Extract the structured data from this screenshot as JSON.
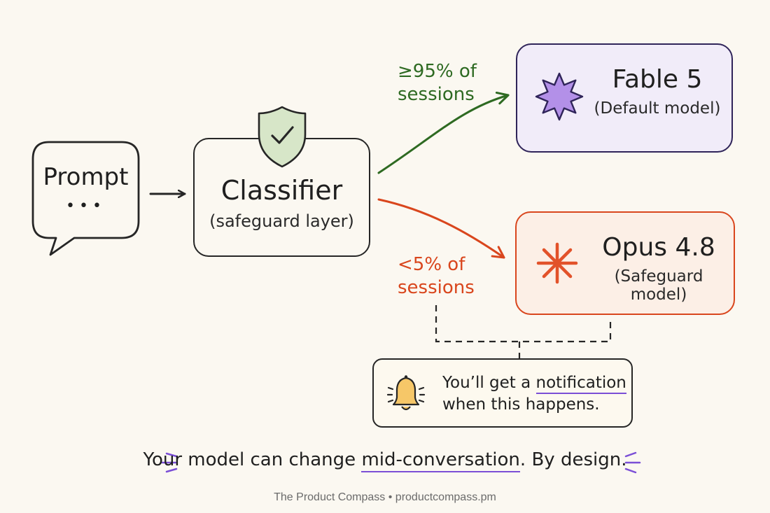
{
  "prompt": {
    "label": "Prompt",
    "dots": "•••"
  },
  "classifier": {
    "title": "Classifier",
    "subtitle": "(safeguard layer)"
  },
  "routes": {
    "default_share": "≥95% of sessions",
    "default_share_lines": [
      "≥95% of",
      "sessions"
    ],
    "safeguard_share": "<5% of sessions",
    "safeguard_share_lines": [
      "<5% of",
      "sessions"
    ]
  },
  "models": {
    "default": {
      "name": "Fable 5",
      "role": "(Default model)"
    },
    "safeguard": {
      "name": "Opus 4.8",
      "role": "(Safeguard model)"
    }
  },
  "notification": {
    "line1_prefix": "You’ll get a ",
    "line1_highlight": "notification",
    "line2": "when this happens."
  },
  "caption": {
    "prefix": "Your model can change ",
    "highlight": "mid-conversation",
    "suffix": ". By design."
  },
  "footer": "The Product Compass • productcompass.pm",
  "colors": {
    "green": "#2e6a22",
    "red": "#d9461d",
    "purple": "#7b4fd6",
    "shield_fill": "#d7e6c8",
    "default_box_bg": "#f1ecf9",
    "safeguard_box_bg": "#fcefe6",
    "bell_fill": "#f6c768"
  },
  "icons": {
    "shield": "shield-check-icon",
    "default_model": "eight-point-star-icon",
    "safeguard_model": "asterisk-burst-icon",
    "notification": "bell-icon"
  }
}
